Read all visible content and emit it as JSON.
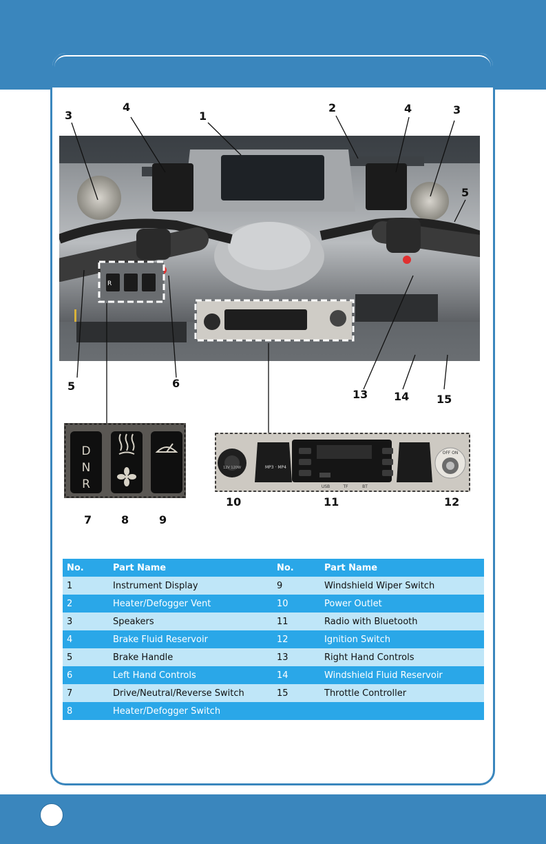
{
  "callouts": {
    "c1": "1",
    "c2": "2",
    "c3a": "3",
    "c3b": "3",
    "c4a": "4",
    "c4b": "4",
    "c5a": "5",
    "c5b": "5",
    "c6": "6",
    "c7": "7",
    "c8": "8",
    "c9": "9",
    "c10": "10",
    "c11": "11",
    "c12": "12",
    "c13": "13",
    "c14": "14",
    "c15": "15"
  },
  "switch_inset": {
    "dnr_letters": [
      "D",
      "N",
      "R"
    ]
  },
  "photo_labels": {
    "small_r": "R"
  },
  "radio_inset": {
    "outlet_label": "12V 120W",
    "media_label": "MP3 · MP4",
    "usb_label": "USB",
    "tf_label": "TF",
    "bt_label": "BT",
    "ignition_label": "OFF ON"
  },
  "table": {
    "headers": [
      "No.",
      "Part Name",
      "No.",
      "Part Name"
    ],
    "rows": [
      {
        "no": "1",
        "name": "Instrument Display",
        "no2": "9",
        "name2": "Windshield Wiper Switch",
        "style": "light"
      },
      {
        "no": "2",
        "name": "Heater/Defogger Vent",
        "no2": "10",
        "name2": "Power Outlet",
        "style": "dark"
      },
      {
        "no": "3",
        "name": "Speakers",
        "no2": "11",
        "name2": "Radio with Bluetooth",
        "style": "light"
      },
      {
        "no": "4",
        "name": "Brake Fluid Reservoir",
        "no2": "12",
        "name2": "Ignition Switch",
        "style": "dark"
      },
      {
        "no": "5",
        "name": "Brake Handle",
        "no2": "13",
        "name2": "Right Hand Controls",
        "style": "light"
      },
      {
        "no": "6",
        "name": "Left Hand Controls",
        "no2": "14",
        "name2": "Windshield Fluid Reservoir",
        "style": "dark"
      },
      {
        "no": "7",
        "name": "Drive/Neutral/Reverse Switch",
        "no2": "15",
        "name2": "Throttle Controller",
        "style": "light"
      },
      {
        "no": "8",
        "name": "Heater/Defogger Switch",
        "no2": "",
        "name2": "",
        "style": "dark"
      }
    ]
  }
}
